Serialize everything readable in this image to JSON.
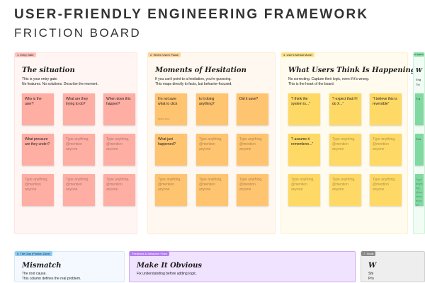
{
  "header": {
    "title": "USER-FRIENDLY ENGINEERING FRAMEWORK",
    "subtitle": "FRICTION BOARD"
  },
  "placeholder": "Type anything, @mention anyone",
  "frames": [
    {
      "tag": "1. Entry Gate",
      "title": "The situation",
      "desc": [
        "This is your entry gate.",
        "No features. No solutions. Describe the moment."
      ],
      "stickies": [
        "Who is the user?",
        "What are they trying to do?",
        "When does this happen?",
        "What pressure are they under?",
        "",
        "",
        "",
        "",
        ""
      ],
      "color": "#ffaea3",
      "bg": "#fff6f4",
      "tagbg": "#ffc2ba"
    },
    {
      "tag": "2. Where Users Pause",
      "title": "Moments of Hesitation",
      "desc": [
        "If you can't point to a hesitation, you're guessing.",
        "This maps directly to facts, but behavior-focused."
      ],
      "stickies": [
        "I'm not sure what to click",
        "Is it doing anything?",
        "Did it save?",
        "What just happened?",
        "",
        "",
        "",
        "",
        ""
      ],
      "color": "#ffc470",
      "bg": "#fff8f0",
      "tagbg": "#ffd59a",
      "sticky_note": "Member Name"
    },
    {
      "tag": "3. User's Mental Model",
      "title": "What Users Think Is Happening",
      "desc": [
        "No correcting. Capture their logic, even if it's wrong.",
        "This is the heart of the board."
      ],
      "stickies": [
        "\"I think the system is...\"",
        "\"I expect that if I do X...\"",
        "\"I believe this is reversible\"",
        "\"I assume it remembers...\"",
        "",
        "",
        "",
        "",
        ""
      ],
      "color": "#ffd966",
      "bg": "#fffbee",
      "tagbg": "#ffe28a"
    },
    {
      "tag": "4. Systen",
      "title": "W",
      "desc": [
        "Eng",
        "Thi"
      ],
      "stickies": [
        "\"I a",
        "\"I in",
        ""
      ],
      "color": "#7fd9a0",
      "bg": "#f1fcf5",
      "tagbg": "#86e0a6"
    }
  ],
  "row2": [
    {
      "tag": "5. The Gap (Friction Zone)",
      "title": "Mismatch",
      "desc": [
        "The root cause.",
        "This column defines the real problem."
      ],
      "bg": "#f3f9ff",
      "border": "#d7e8f7",
      "tagbg": "#8fcdf5"
    },
    {
      "tag": "Feedback & Metaphor Fixes",
      "title": "Make It Obvious",
      "desc": [
        "Fix understanding before adding logic."
      ],
      "bg": "#f0e3ff",
      "border": "#cfa9f5",
      "tagbg": "#b57cf0"
    },
    {
      "tag": "7. Small",
      "title": "W",
      "desc": [
        "Shi",
        "Pro"
      ],
      "bg": "#eeeeee",
      "border": "#d0d0d0",
      "tagbg": "#888888"
    }
  ]
}
